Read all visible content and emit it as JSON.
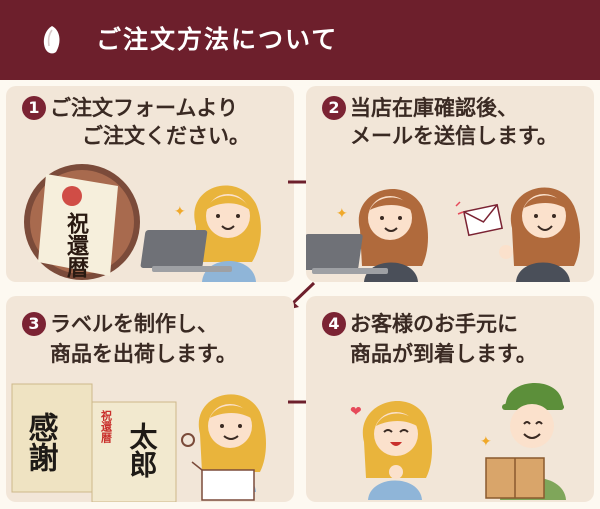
{
  "header": {
    "title": "ご注文方法について",
    "background": "#6d1f2c",
    "icon": "rice-grain-icon"
  },
  "steps": [
    {
      "number": "1",
      "lines": [
        "ご注文フォームより",
        "ご注文ください。"
      ]
    },
    {
      "number": "2",
      "lines": [
        "当店在庫確認後、",
        "メールを送信します。"
      ]
    },
    {
      "number": "3",
      "lines": [
        "ラベルを制作し、",
        "商品を出荷します。"
      ]
    },
    {
      "number": "4",
      "lines": [
        "お客様のお手元に",
        "商品が到着します。"
      ]
    }
  ],
  "labels": {
    "bottle_label": "祝還暦",
    "label_card_left": "感謝",
    "label_card_right_name": "太郎",
    "label_card_right_title": "祝還暦"
  },
  "colors": {
    "accent": "#7b2333",
    "panel": "#f2e6d8",
    "arrow": "#6d1f2c",
    "text": "#3a2a23"
  }
}
